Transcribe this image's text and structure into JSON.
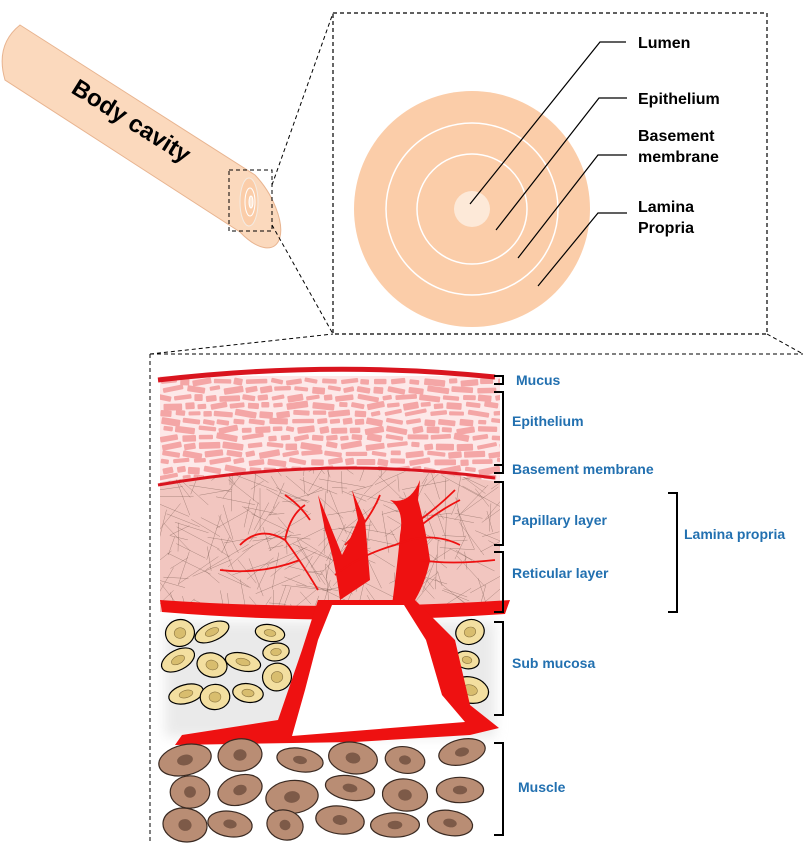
{
  "figure": {
    "tube_label": "Body cavity",
    "cross_section_labels": [
      "Lumen",
      "Epithelium",
      "Basement",
      "membrane",
      "Lamina",
      "Propria"
    ],
    "layer_labels": {
      "mucus": "Mucus",
      "epithelium": "Epithelium",
      "basement_membrane": "Basement membrane",
      "papillary_layer": "Papillary layer",
      "reticular_layer": "Reticular layer",
      "lamina_propria": "Lamina propria",
      "sub_mucosa": "Sub mucosa",
      "muscle": "Muscle"
    }
  },
  "colors": {
    "tube_fill": "#fbd9bd",
    "tube_edge": "#e8b490",
    "disc_fill": "#fbcda9",
    "lumen_fill": "#fde9d8",
    "mucus_red": "#d9141e",
    "epithelium_cell": "#f4a6a6",
    "epithelium_bg": "#fde9e9",
    "lamina_bg": "#f2c6c0",
    "vessel_red": "#ee1111",
    "submucosa_cell": "#f3dfa0",
    "submucosa_nucleus": "#d8bd6e",
    "muscle_cell": "#b98d74",
    "muscle_nucleus": "#7d5a48",
    "label_blue": "#2270b0"
  }
}
